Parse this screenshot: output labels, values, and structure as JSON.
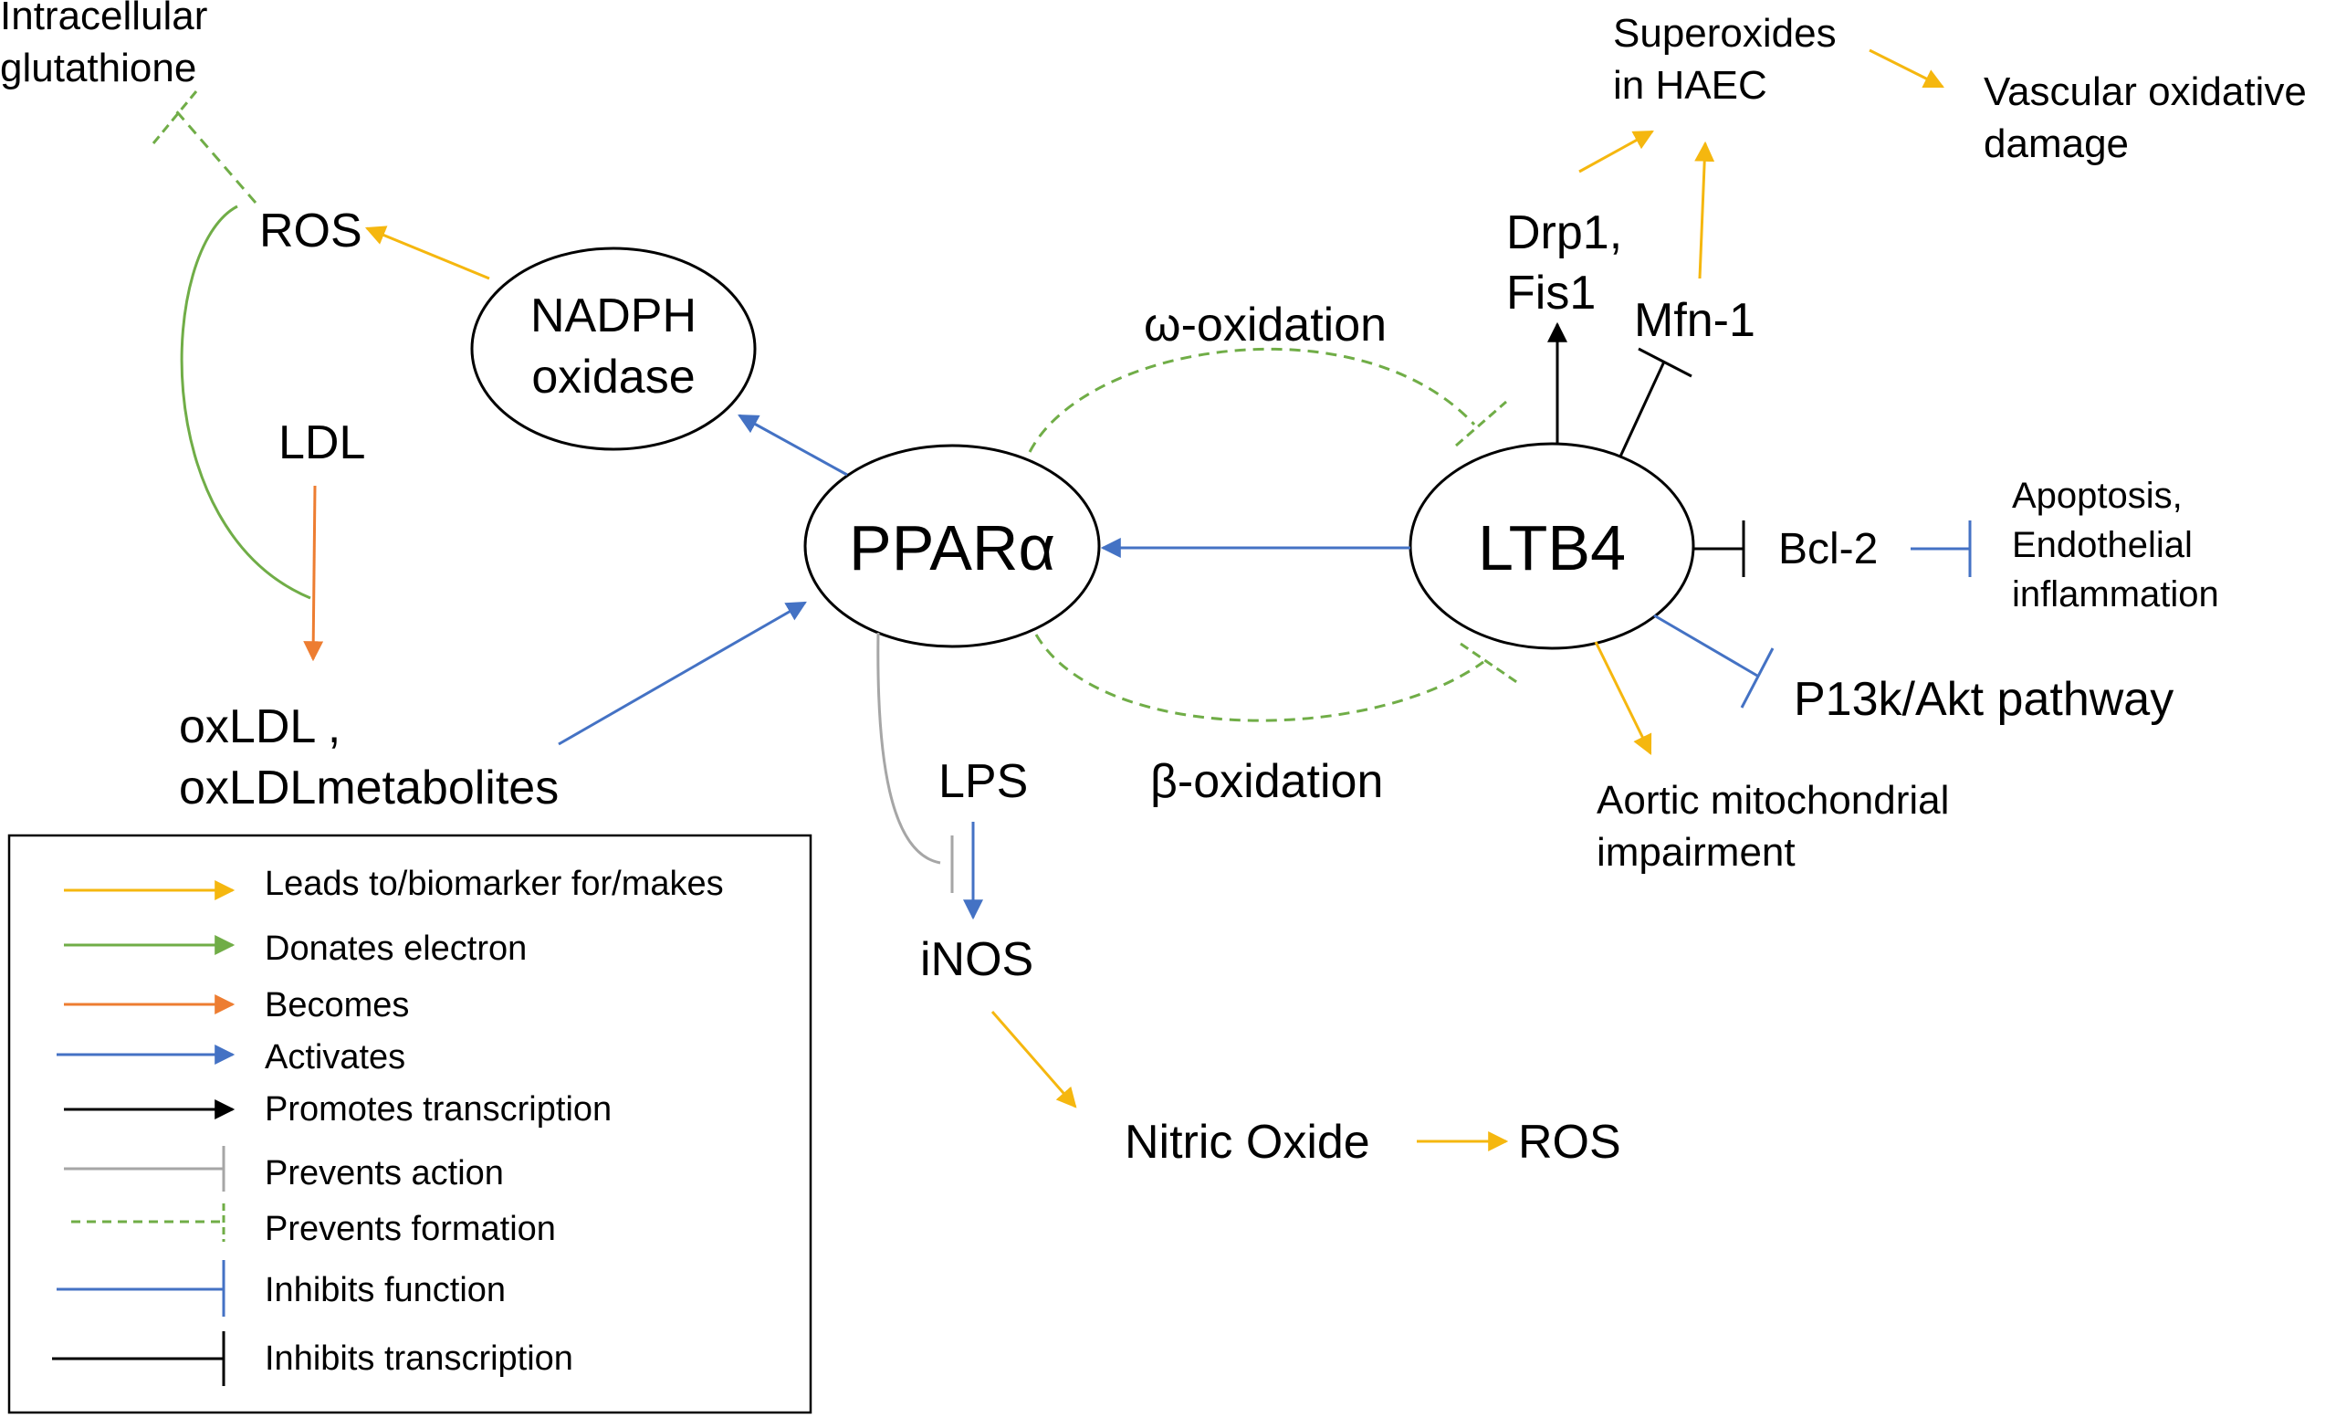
{
  "colors": {
    "leads_to": "#F5B70F",
    "donates": "#70AD47",
    "becomes": "#ED7D31",
    "activates": "#4472C4",
    "promotes": "#000000",
    "prevents_action": "#A6A6A6",
    "prevents_formation": "#70AD47",
    "inhibits_function": "#4472C4",
    "inhibits_transcription": "#000000"
  },
  "nodes": {
    "intracellular": [
      "Intracellular",
      "glutathione"
    ],
    "ros_left": "ROS",
    "nadph": [
      "NADPH",
      "oxidase"
    ],
    "ldl": "LDL",
    "oxldl": [
      "oxLDL ,",
      "oxLDLmetabolites"
    ],
    "ppar": "PPARα",
    "ltb4": "LTB4",
    "omega": "ω-oxidation",
    "beta": "β-oxidation",
    "lps": "LPS",
    "inos": "iNOS",
    "nitric": "Nitric Oxide",
    "ros_bottom": "ROS",
    "superoxides": [
      "Superoxides",
      "in HAEC"
    ],
    "vascular": [
      "Vascular oxidative",
      "damage"
    ],
    "drp": [
      "Drp1,",
      "Fis1"
    ],
    "mfn": "Mfn-1",
    "bcl": "Bcl-2",
    "apoptosis": [
      "Apoptosis,",
      "Endothelial",
      "inflammation"
    ],
    "pi3k": "P13k/Akt pathway",
    "aortic": [
      "Aortic mitochondrial",
      "impairment"
    ]
  },
  "legend": [
    {
      "label": "Leads to/biomarker for/makes",
      "color_key": "leads_to",
      "style": "arrow"
    },
    {
      "label": "Donates electron",
      "color_key": "donates",
      "style": "arrow"
    },
    {
      "label": "Becomes",
      "color_key": "becomes",
      "style": "arrow"
    },
    {
      "label": "Activates",
      "color_key": "activates",
      "style": "arrow"
    },
    {
      "label": "Promotes transcription",
      "color_key": "promotes",
      "style": "arrow"
    },
    {
      "label": "Prevents action",
      "color_key": "prevents_action",
      "style": "bar"
    },
    {
      "label": "Prevents formation",
      "color_key": "prevents_formation",
      "style": "dashed-bar"
    },
    {
      "label": "Inhibits function",
      "color_key": "inhibits_function",
      "style": "bar"
    },
    {
      "label": "Inhibits transcription",
      "color_key": "inhibits_transcription",
      "style": "bar"
    }
  ]
}
